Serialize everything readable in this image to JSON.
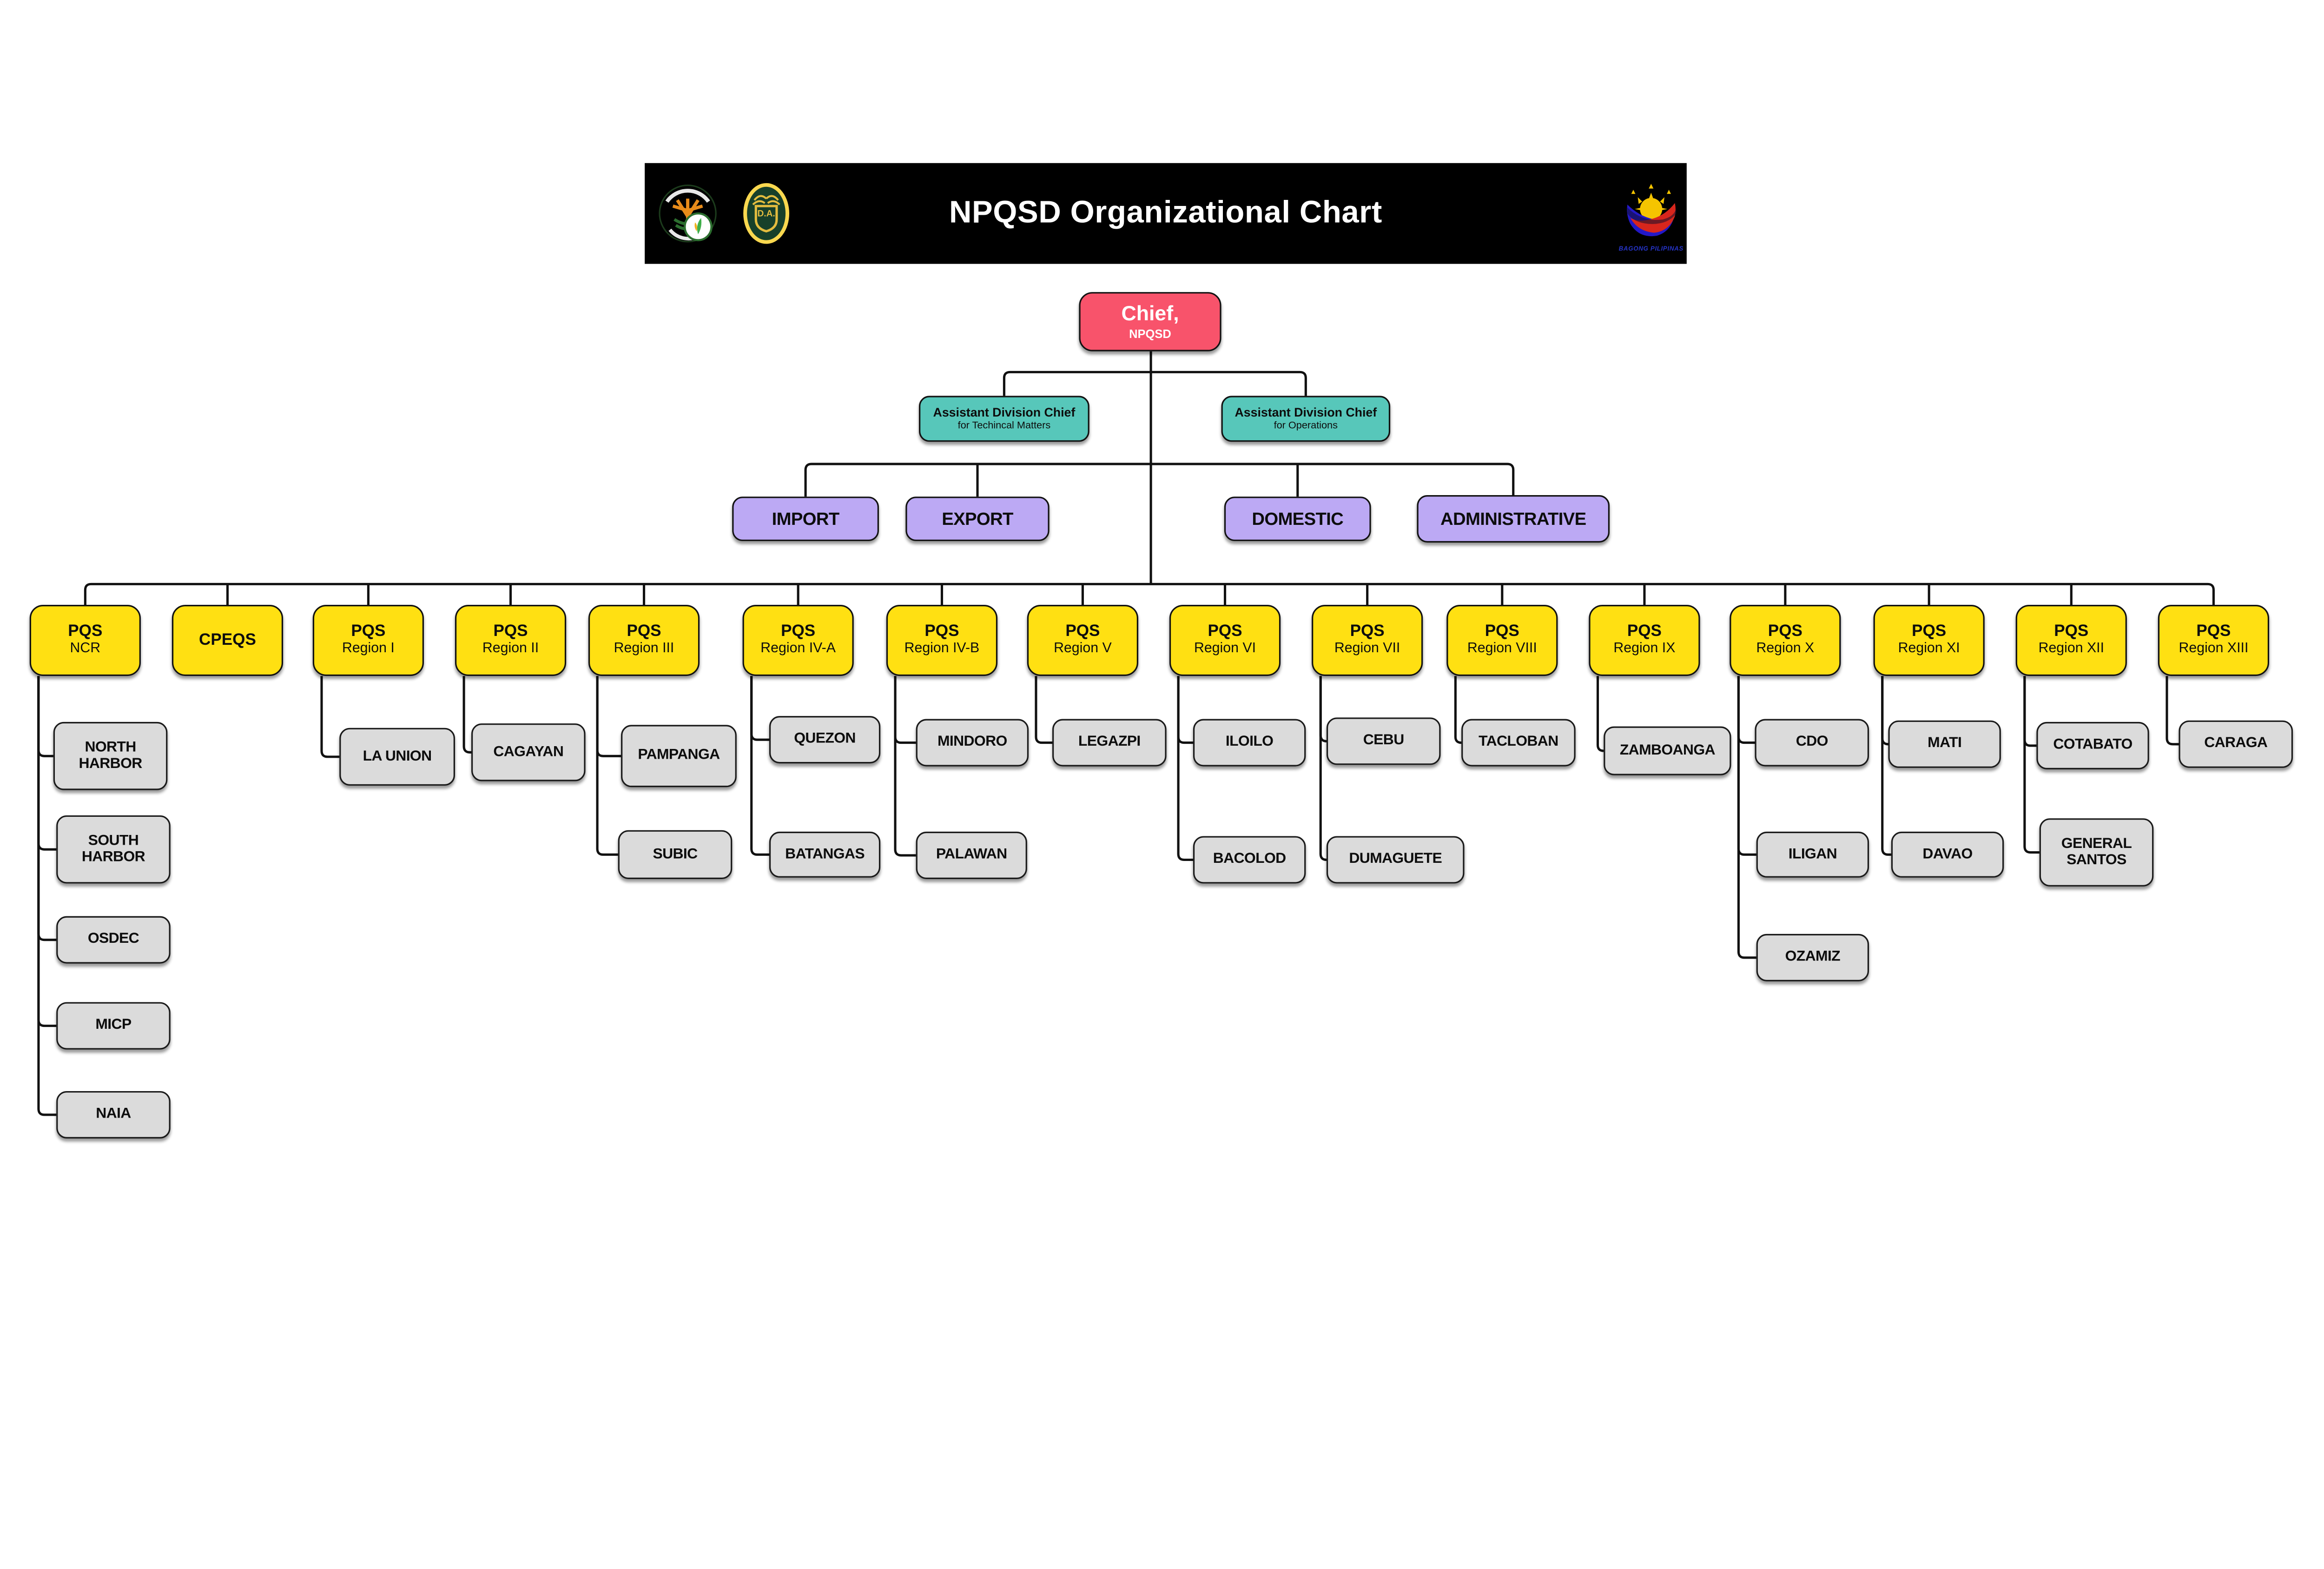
{
  "header": {
    "title": "NPQSD Organizational Chart",
    "logos": {
      "da_seal_label": "DEPARTMENT OF AGRICULTURE - BUREAU OF PLANT INDUSTRY",
      "pqs_seal_label": "PLANT QUARANTINE SERVICE - BUREAU OF PLANT INDUSTRY - D.A.",
      "bagong_label": "BAGONG PILIPINAS"
    }
  },
  "colors": {
    "banner": "#000000",
    "chief": "#f8536b",
    "assistant": "#57c7ba",
    "section": "#bca9f4",
    "region": "#ffe012",
    "station": "#dbdbdb",
    "line": "#111111"
  },
  "org": {
    "chief": {
      "title": "Chief,",
      "subtitle": "NPQSD"
    },
    "assistants": [
      {
        "title": "Assistant Division Chief",
        "subtitle": "for Techincal Matters"
      },
      {
        "title": "Assistant Division Chief",
        "subtitle": "for Operations"
      }
    ],
    "sections": [
      "IMPORT",
      "EXPORT",
      "DOMESTIC",
      "ADMINISTRATIVE"
    ],
    "regions": [
      {
        "label_top": "PQS",
        "label_bottom": "NCR",
        "children": [
          "NORTH HARBOR",
          "SOUTH HARBOR",
          "OSDEC",
          "MICP",
          "NAIA"
        ]
      },
      {
        "label_top": "CPEQS",
        "label_bottom": "",
        "children": []
      },
      {
        "label_top": "PQS",
        "label_bottom": "Region I",
        "children": [
          "LA UNION"
        ]
      },
      {
        "label_top": "PQS",
        "label_bottom": "Region II",
        "children": [
          "CAGAYAN"
        ]
      },
      {
        "label_top": "PQS",
        "label_bottom": "Region III",
        "children": [
          "PAMPANGA",
          "SUBIC"
        ]
      },
      {
        "label_top": "PQS",
        "label_bottom": "Region IV-A",
        "children": [
          "QUEZON",
          "BATANGAS"
        ]
      },
      {
        "label_top": "PQS",
        "label_bottom": "Region IV-B",
        "children": [
          "MINDORO",
          "PALAWAN"
        ]
      },
      {
        "label_top": "PQS",
        "label_bottom": "Region V",
        "children": [
          "LEGAZPI"
        ]
      },
      {
        "label_top": "PQS",
        "label_bottom": "Region VI",
        "children": [
          "ILOILO",
          "BACOLOD"
        ]
      },
      {
        "label_top": "PQS",
        "label_bottom": "Region VII",
        "children": [
          "CEBU",
          "DUMAGUETE"
        ]
      },
      {
        "label_top": "PQS",
        "label_bottom": "Region VIII",
        "children": [
          "TACLOBAN"
        ]
      },
      {
        "label_top": "PQS",
        "label_bottom": "Region IX",
        "children": [
          "ZAMBOANGA"
        ]
      },
      {
        "label_top": "PQS",
        "label_bottom": "Region X",
        "children": [
          "CDO",
          "ILIGAN",
          "OZAMIZ"
        ]
      },
      {
        "label_top": "PQS",
        "label_bottom": "Region XI",
        "children": [
          "MATI",
          "DAVAO"
        ]
      },
      {
        "label_top": "PQS",
        "label_bottom": "Region XII",
        "children": [
          "COTABATO",
          "GENERAL SANTOS"
        ]
      },
      {
        "label_top": "PQS",
        "label_bottom": "Region XIII",
        "children": [
          "CARAGA"
        ]
      }
    ]
  }
}
